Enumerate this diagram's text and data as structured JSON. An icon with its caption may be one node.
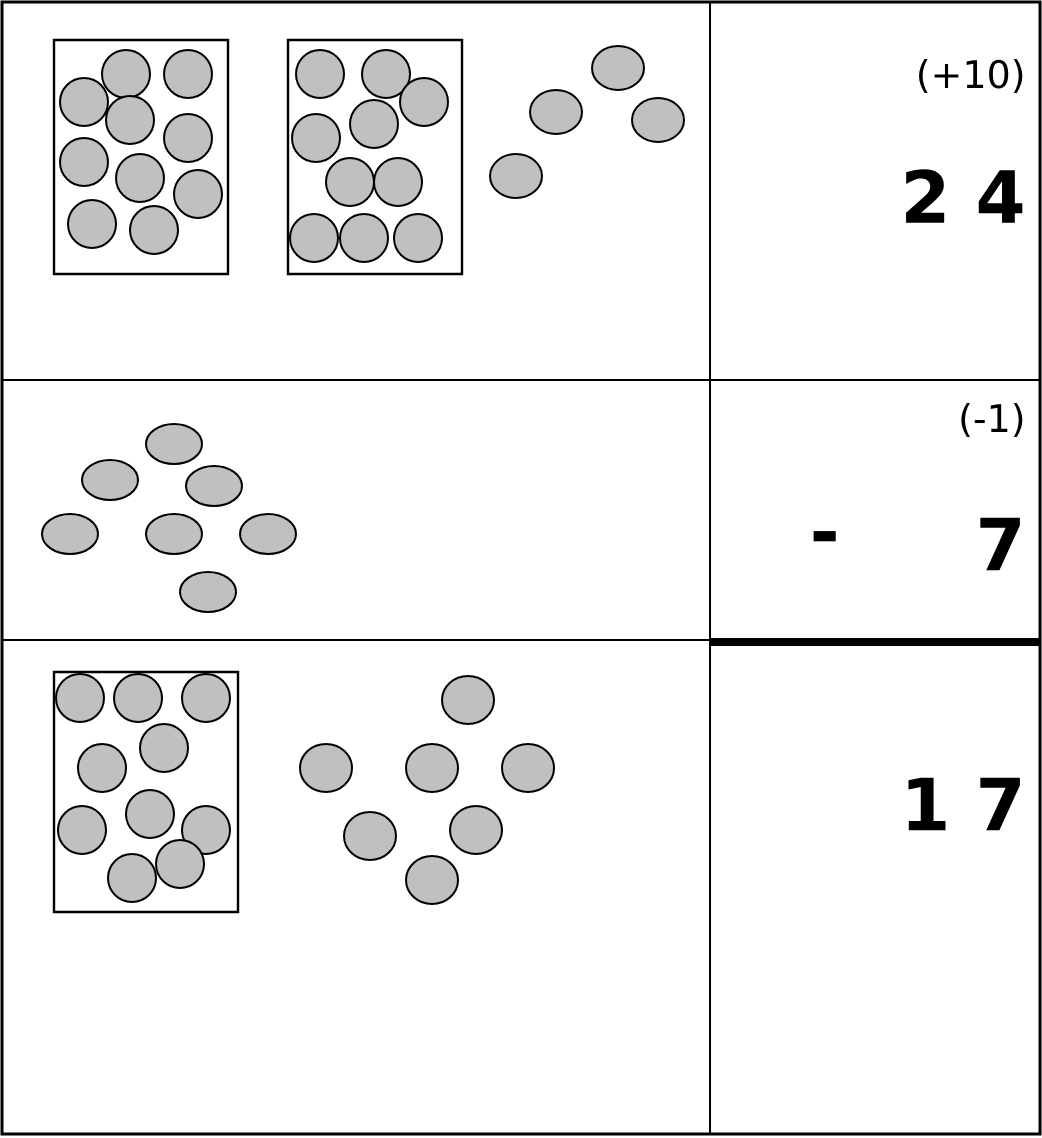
{
  "diagram": {
    "labels": [
      "(+10)",
      "2 4",
      "(-1)",
      "-",
      "7",
      "1 7"
    ]
  }
}
